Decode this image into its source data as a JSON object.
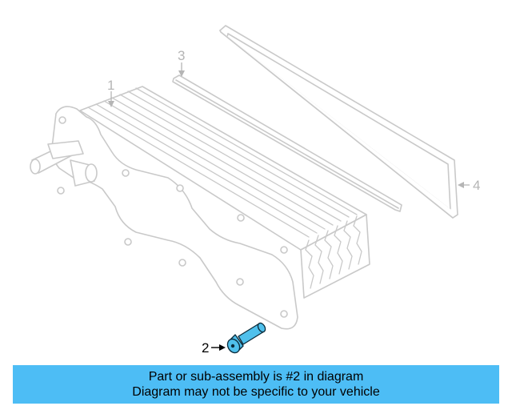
{
  "callouts": {
    "c1": "1",
    "c2": "2",
    "c3": "3",
    "c4": "4"
  },
  "banner": {
    "line1": "Part or sub-assembly is #2 in diagram",
    "line2": "Diagram may not be specific to your vehicle"
  },
  "colors": {
    "highlight": "#4fc0ec",
    "banner": "#4dbdf5",
    "ghost_line": "#c9c9c9"
  }
}
